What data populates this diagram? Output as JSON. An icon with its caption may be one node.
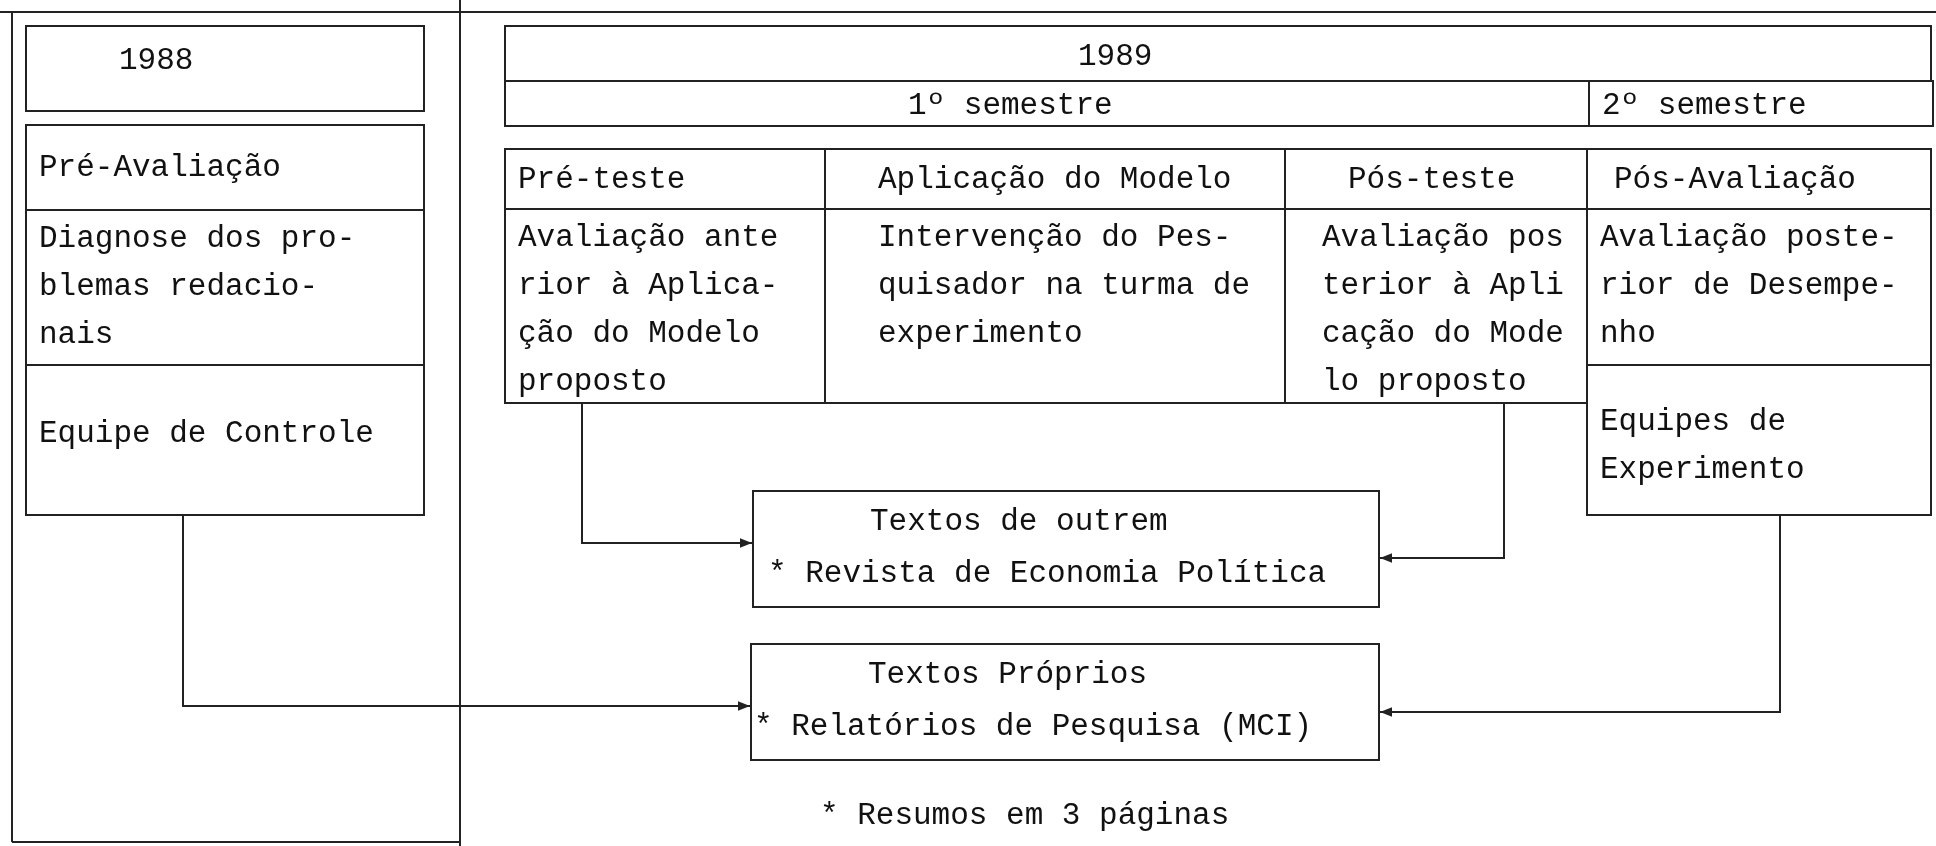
{
  "diagram": {
    "nodes": [
      {
        "text": [
          "1988"
        ]
      },
      {
        "text": [
          "Pré-Avaliação",
          "Diagnose dos pro- blemas redacio- nais",
          "Equipe de Controle"
        ]
      },
      {
        "text": [
          "1989"
        ]
      },
      {
        "text": [
          "1º semestre"
        ],
        "in": 2
      },
      {
        "text": [
          "2º semestre"
        ],
        "in": 2
      },
      {
        "text": [
          "Pré-teste",
          "Avaliação ante rior à Aplica- ção do Modelo proposto"
        ]
      },
      {
        "text": [
          "Aplicação do Modelo",
          "Intervenção do Pes- quisador na turma de experimento"
        ]
      },
      {
        "text": [
          "Pós-teste",
          "Avaliação pos terior à Apli cação do Mode lo proposto"
        ]
      },
      {
        "text": [
          "Pós-Avaliação",
          "Avaliação poste- rior de Desempe- nho",
          "Equipes de Experimento"
        ]
      },
      {
        "text": [
          "Textos de outrem",
          "* Revista de Economia Política"
        ]
      },
      {
        "text": [
          "Textos Próprios",
          "* Relatórios de Pesquisa (MCI)"
        ]
      }
    ],
    "edges": [
      {
        "from": 5,
        "to": 9,
        "arrow": "to"
      },
      {
        "from": 7,
        "to": 9,
        "arrow": "to"
      },
      {
        "from": 1,
        "to": 10,
        "arrow": "to"
      },
      {
        "from": 8,
        "to": 10,
        "arrow": "to"
      }
    ],
    "labels": [
      "* Resumos em 3 páginas"
    ]
  }
}
